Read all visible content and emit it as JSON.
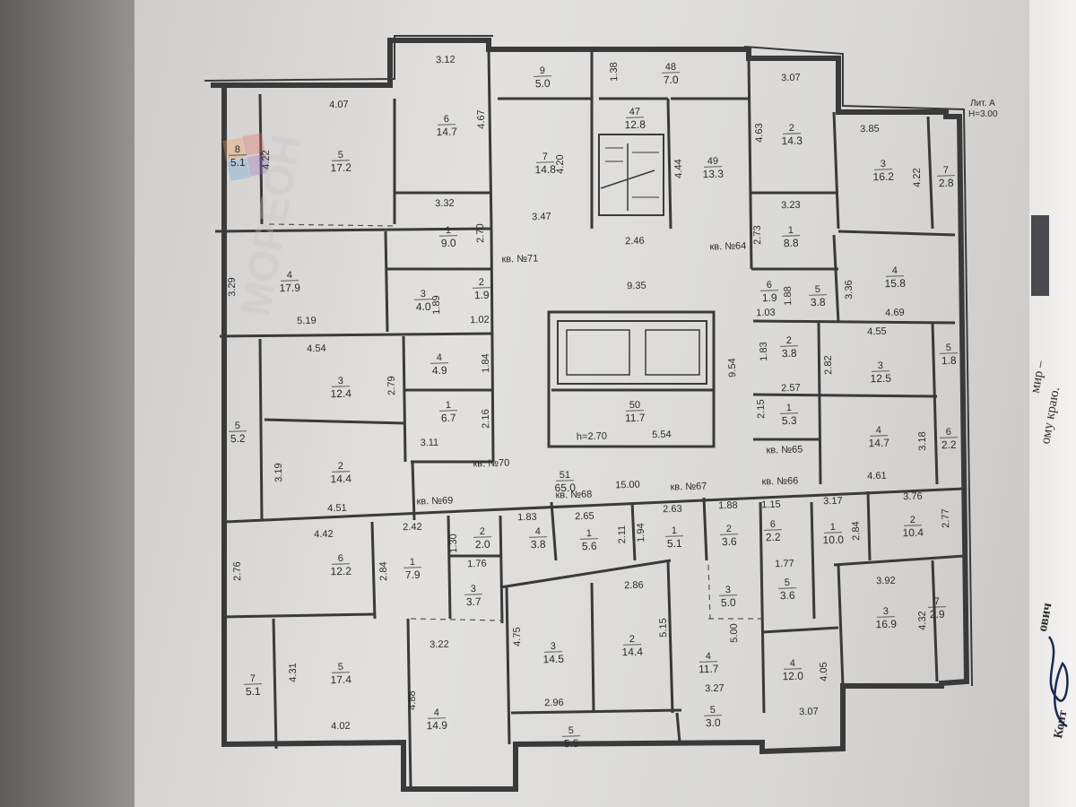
{
  "header": {
    "lit": "Лит. А",
    "height": "H=3.00"
  },
  "watermark": "МОРЕОН",
  "apartments": [
    {
      "id": "apt-71",
      "label": "кв. №71"
    },
    {
      "id": "apt-64",
      "label": "кв. №64"
    },
    {
      "id": "apt-70",
      "label": "кв. №70"
    },
    {
      "id": "apt-65",
      "label": "кв. №65"
    },
    {
      "id": "apt-69",
      "label": "кв. №69"
    },
    {
      "id": "apt-68",
      "label": "кв. №68"
    },
    {
      "id": "apt-67",
      "label": "кв. №67"
    },
    {
      "id": "apt-66",
      "label": "кв. №66"
    }
  ],
  "rooms": [
    {
      "n": "8",
      "a": "5.1"
    },
    {
      "n": "5",
      "a": "17.2"
    },
    {
      "n": "6",
      "a": "14.7"
    },
    {
      "n": "9",
      "a": "5.0"
    },
    {
      "n": "48",
      "a": "7.0"
    },
    {
      "n": "7",
      "a": "14.8"
    },
    {
      "n": "47",
      "a": "12.8"
    },
    {
      "n": "49",
      "a": "13.3"
    },
    {
      "n": "2",
      "a": "14.3"
    },
    {
      "n": "3",
      "a": "16.2"
    },
    {
      "n": "7",
      "a": "2.8"
    },
    {
      "n": "1",
      "a": "9.0"
    },
    {
      "n": "1",
      "a": "8.8"
    },
    {
      "n": "4",
      "a": "17.9"
    },
    {
      "n": "3",
      "a": "4.0"
    },
    {
      "n": "2",
      "a": "1.9"
    },
    {
      "n": "6",
      "a": "1.9"
    },
    {
      "n": "5",
      "a": "3.8"
    },
    {
      "n": "4",
      "a": "15.8"
    },
    {
      "n": "3",
      "a": "12.4"
    },
    {
      "n": "4",
      "a": "4.9"
    },
    {
      "n": "2",
      "a": "3.8"
    },
    {
      "n": "3",
      "a": "12.5"
    },
    {
      "n": "5",
      "a": "1.8"
    },
    {
      "n": "5",
      "a": "5.2"
    },
    {
      "n": "1",
      "a": "6.7"
    },
    {
      "n": "50",
      "a": "11.7"
    },
    {
      "n": "1",
      "a": "5.3"
    },
    {
      "n": "4",
      "a": "14.7"
    },
    {
      "n": "6",
      "a": "2.2"
    },
    {
      "n": "2",
      "a": "14.4"
    },
    {
      "n": "51",
      "a": "65.0"
    },
    {
      "n": "6",
      "a": "12.2"
    },
    {
      "n": "1",
      "a": "7.9"
    },
    {
      "n": "2",
      "a": "2.0"
    },
    {
      "n": "4",
      "a": "3.8"
    },
    {
      "n": "1",
      "a": "5.6"
    },
    {
      "n": "1",
      "a": "5.1"
    },
    {
      "n": "2",
      "a": "3.6"
    },
    {
      "n": "6",
      "a": "2.2"
    },
    {
      "n": "1",
      "a": "10.0"
    },
    {
      "n": "2",
      "a": "10.4"
    },
    {
      "n": "3",
      "a": "3.7"
    },
    {
      "n": "3",
      "a": "5.0"
    },
    {
      "n": "5",
      "a": "3.6"
    },
    {
      "n": "7",
      "a": "5.1"
    },
    {
      "n": "5",
      "a": "17.4"
    },
    {
      "n": "3",
      "a": "14.5"
    },
    {
      "n": "2",
      "a": "14.4"
    },
    {
      "n": "4",
      "a": "11.7"
    },
    {
      "n": "4",
      "a": "12.0"
    },
    {
      "n": "3",
      "a": "16.9"
    },
    {
      "n": "7",
      "a": "2.9"
    },
    {
      "n": "4",
      "a": "14.9"
    },
    {
      "n": "5",
      "a": "5.5"
    },
    {
      "n": "5",
      "a": "3.0"
    }
  ],
  "dimensions": [
    "3.12",
    "4.07",
    "1.38",
    "3.07",
    "4.22",
    "4.67",
    "4.20",
    "4.44",
    "4.63",
    "3.85",
    "4.22",
    "3.32",
    "3.47",
    "2.46",
    "2.70",
    "2.73",
    "3.23",
    "3.29",
    "5.19",
    "1.89",
    "1.02",
    "9.35",
    "1.88",
    "1.03",
    "3.36",
    "4.69",
    "4.54",
    "1.84",
    "2.79",
    "9.54",
    "1.83",
    "2.82",
    "4.55",
    "2.57",
    "2.16",
    "3.11",
    "2.15",
    "h=2.70",
    "5.54",
    "3.19",
    "4.51",
    "4.61",
    "3.18",
    "15.00",
    "2.42",
    "1.83",
    "2.65",
    "2.63",
    "1.88",
    "1.15",
    "3.17",
    "3.76",
    "4.42",
    "1.30",
    "1.76",
    "2.11",
    "1.94",
    "2.84",
    "2.77",
    "2.76",
    "2.84",
    "1.77",
    "3.92",
    "4.32",
    "3.22",
    "2.86",
    "4.75",
    "5.15",
    "5.00",
    "4.05",
    "4.31",
    "4.88",
    "2.96",
    "3.27",
    "4.02",
    "3.07"
  ],
  "side_text": [
    "мир –",
    "ому краю.",
    "ович",
    "Конт"
  ]
}
